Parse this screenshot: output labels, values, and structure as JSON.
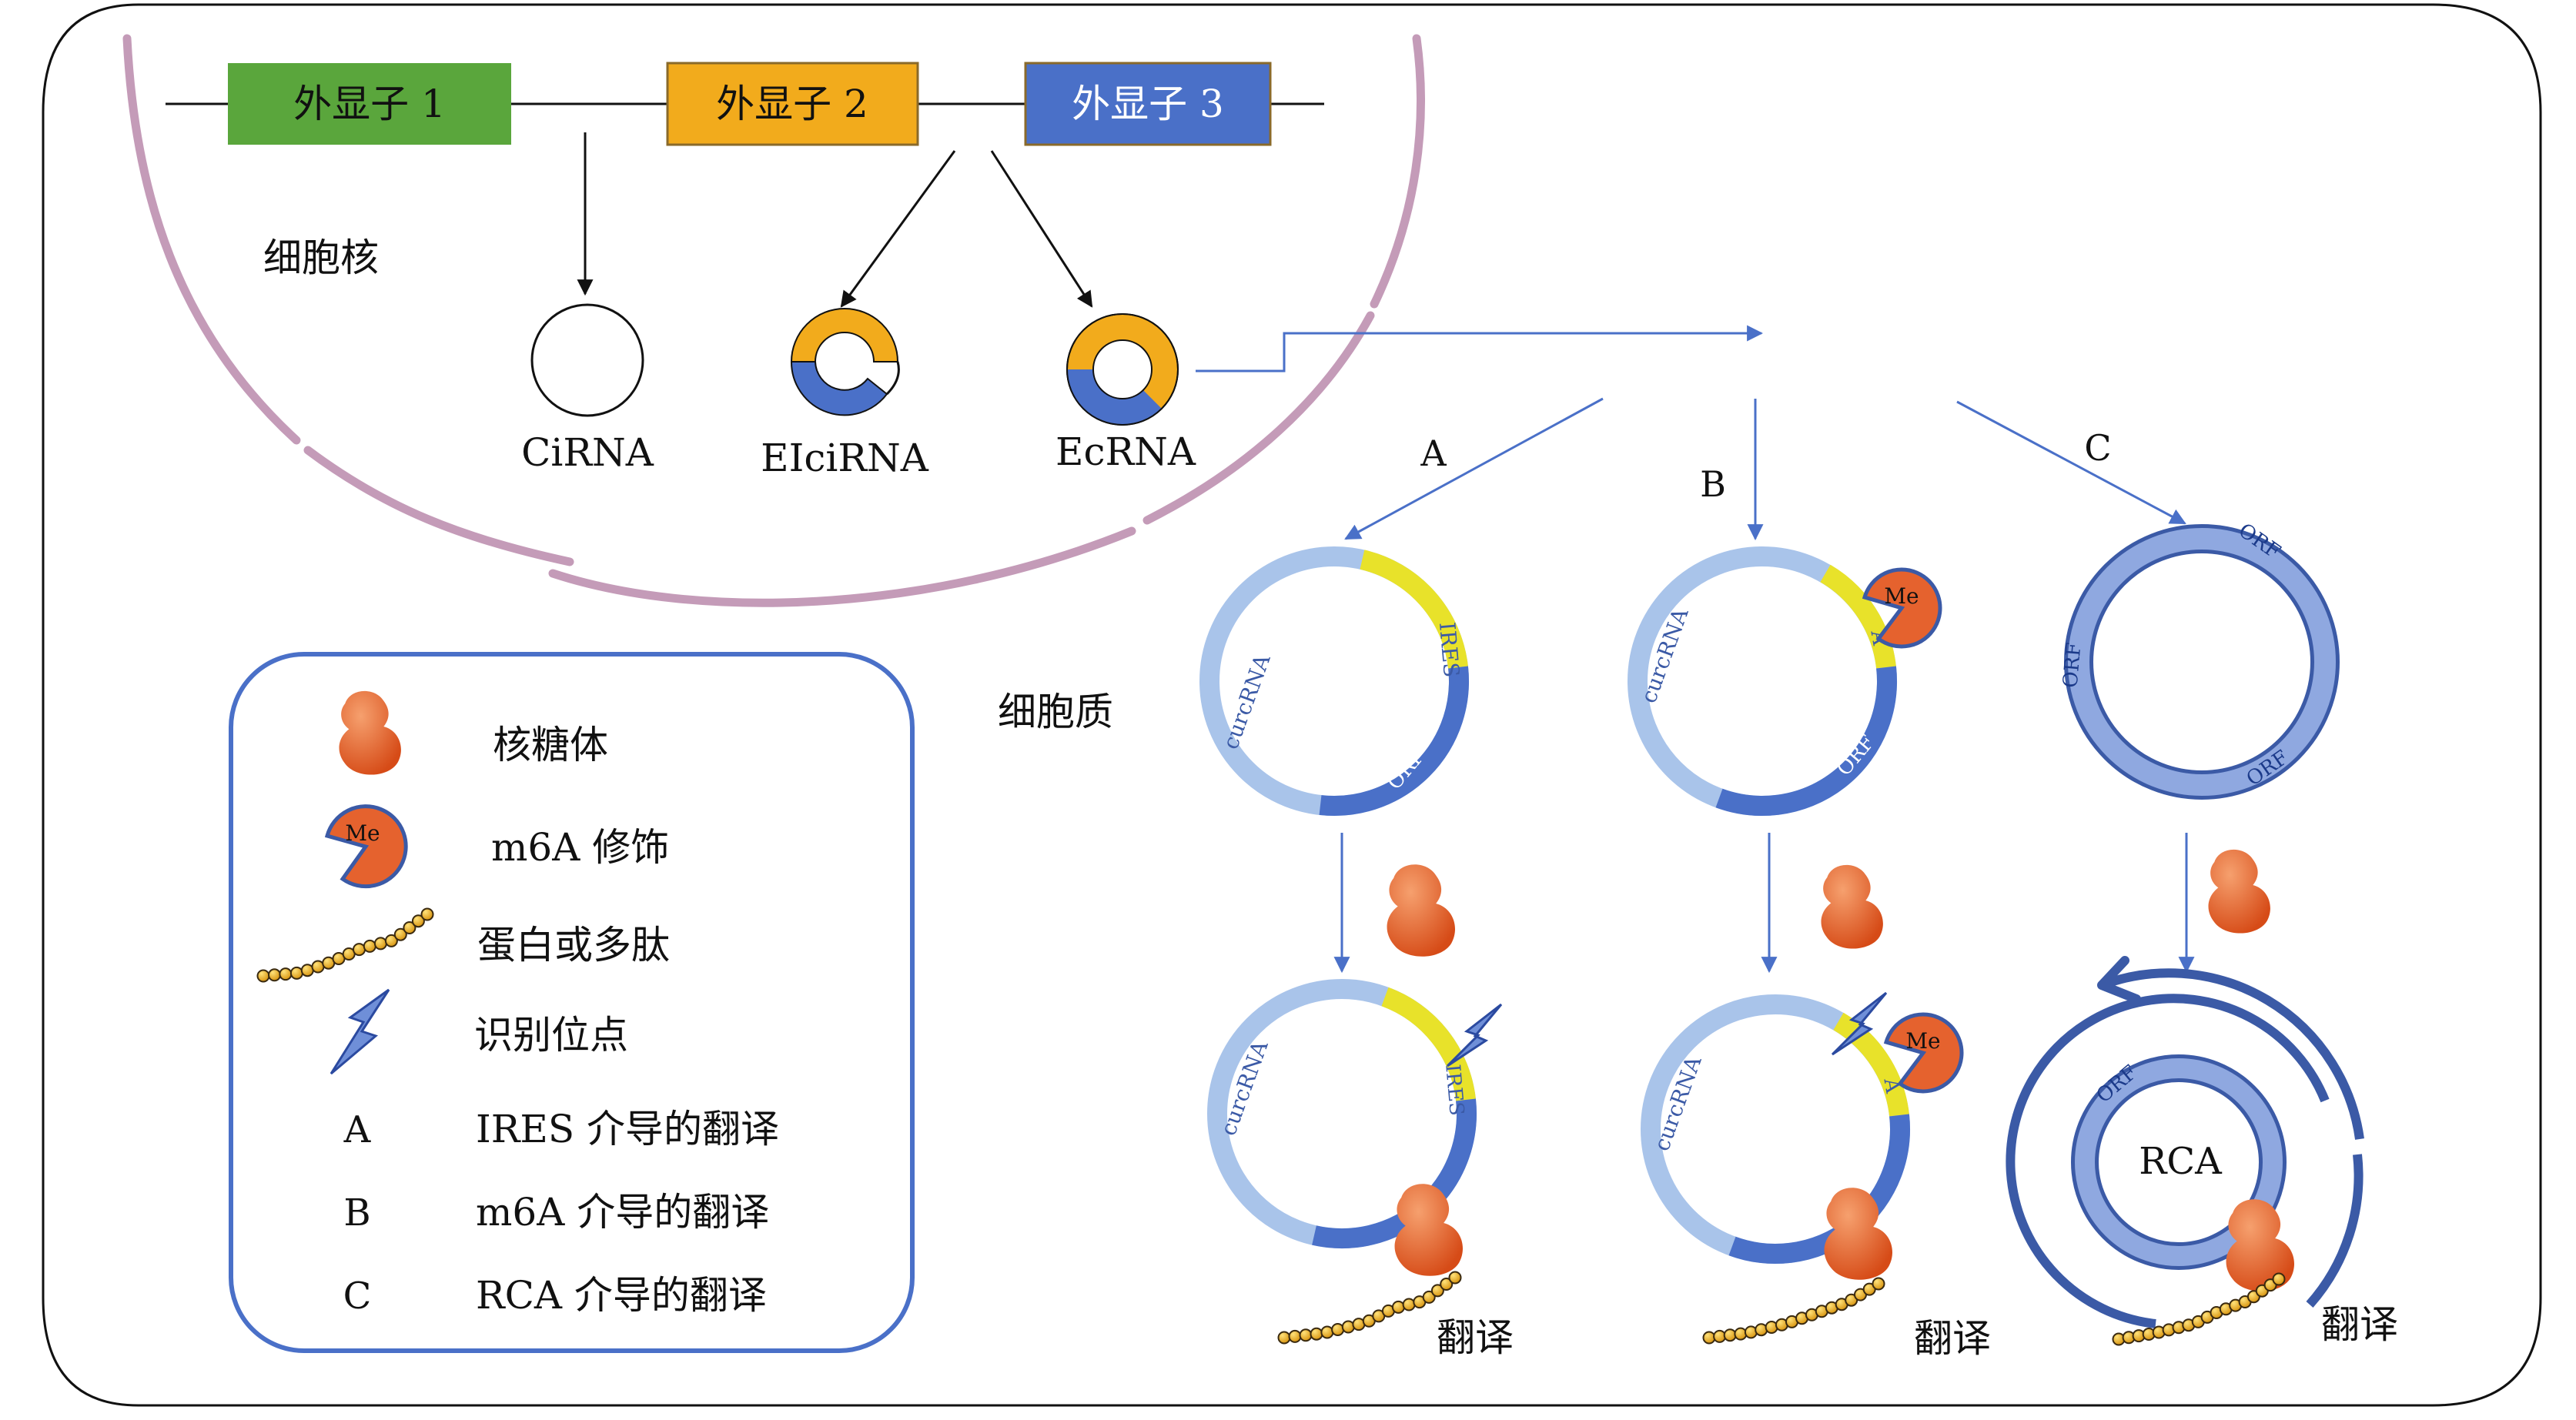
{
  "exons": [
    "外显子 1",
    "外显子 2",
    "外显子 3"
  ],
  "labels": {
    "nucleus": "细胞核",
    "cytoplasm": "细胞质",
    "cirna": "CiRNA",
    "eicirna": "EIciRNA",
    "ecrna": "EcRNA",
    "path_a": "A",
    "path_b": "B",
    "path_c": "C",
    "translation": "翻译",
    "rca": "RCA",
    "me": "Me",
    "curcrna": "curcRNA",
    "ires": "IRES",
    "orf": "ORF",
    "a_site": "A"
  },
  "legend": [
    {
      "icon": "ribosome",
      "text": "核糖体"
    },
    {
      "icon": "m6a",
      "text": "m6A 修饰"
    },
    {
      "icon": "peptide",
      "text": "蛋白或多肽"
    },
    {
      "icon": "site",
      "text": "识别位点"
    },
    {
      "key": "A",
      "text": "IRES 介导的翻译"
    },
    {
      "key": "B",
      "text": "m6A 介导的翻译"
    },
    {
      "key": "C",
      "text": "RCA 介导的翻译"
    }
  ],
  "colors": {
    "exon1": "#5aa63c",
    "exon2": "#f2ab1c",
    "exon3": "#4a70c8",
    "membrane": "#c49bb8",
    "ring_light": "#a9c4ea",
    "ring_dark": "#4a70c8",
    "ires_yellow": "#e8e22a",
    "ribosome": "#e5622e",
    "bead": "#f0b421",
    "arrow": "#4a70c8"
  }
}
